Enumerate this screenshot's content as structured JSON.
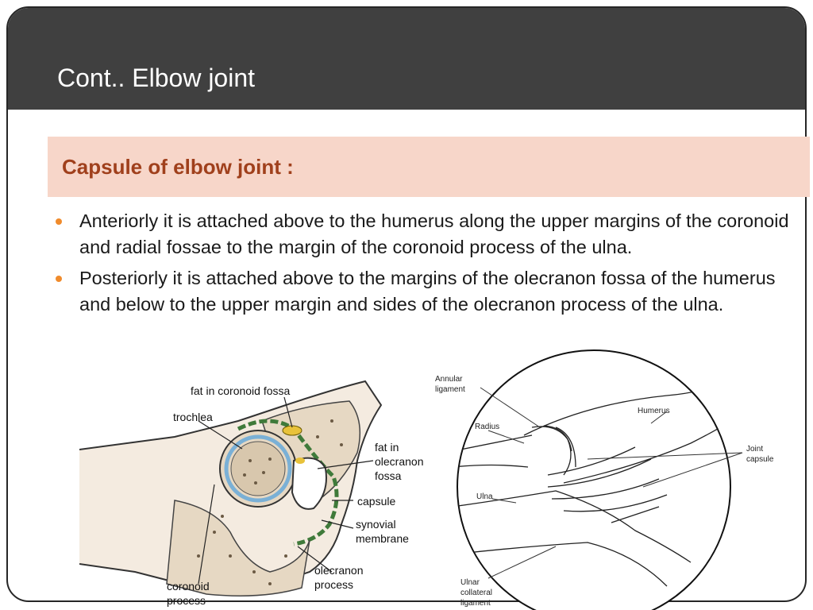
{
  "slide": {
    "title": "Cont.. Elbow joint",
    "heading": "Capsule of elbow joint :",
    "bullets": [
      "Anteriorly it is attached above to the humerus along the upper margins of the coronoid and radial fossae to the margin of the coronoid process of the ulna.",
      "Posteriorly it is attached above to the margins of the olecranon fossa of the humerus and below to the upper margin and sides of the olecranon process of the ulna."
    ]
  },
  "figure_left": {
    "labels": {
      "fat_coronoid": "fat in coronoid fossa",
      "trochlea": "trochlea",
      "fat_in": "fat in",
      "olecranon": "olecranon",
      "fossa": "fossa",
      "capsule": "capsule",
      "synovial": "synovial",
      "membrane": "membrane",
      "olecranon_process_1": "olecranon",
      "olecranon_process_2": "process",
      "coronoid_1": "coronoid",
      "coronoid_2": "process"
    }
  },
  "figure_right": {
    "labels": {
      "annular_1": "Annular",
      "annular_2": "ligament",
      "humerus": "Humerus",
      "radius": "Radius",
      "joint_1": "Joint",
      "joint_2": "capsule",
      "ulna": "Ulna",
      "ulnar_1": "Ulnar",
      "ulnar_2": "collateral",
      "ulnar_3": "ligament"
    }
  },
  "colors": {
    "title_bar": "#404040",
    "heading_box": "#f7d6c9",
    "heading_text": "#a0401c",
    "bullet": "#f08b2c"
  }
}
